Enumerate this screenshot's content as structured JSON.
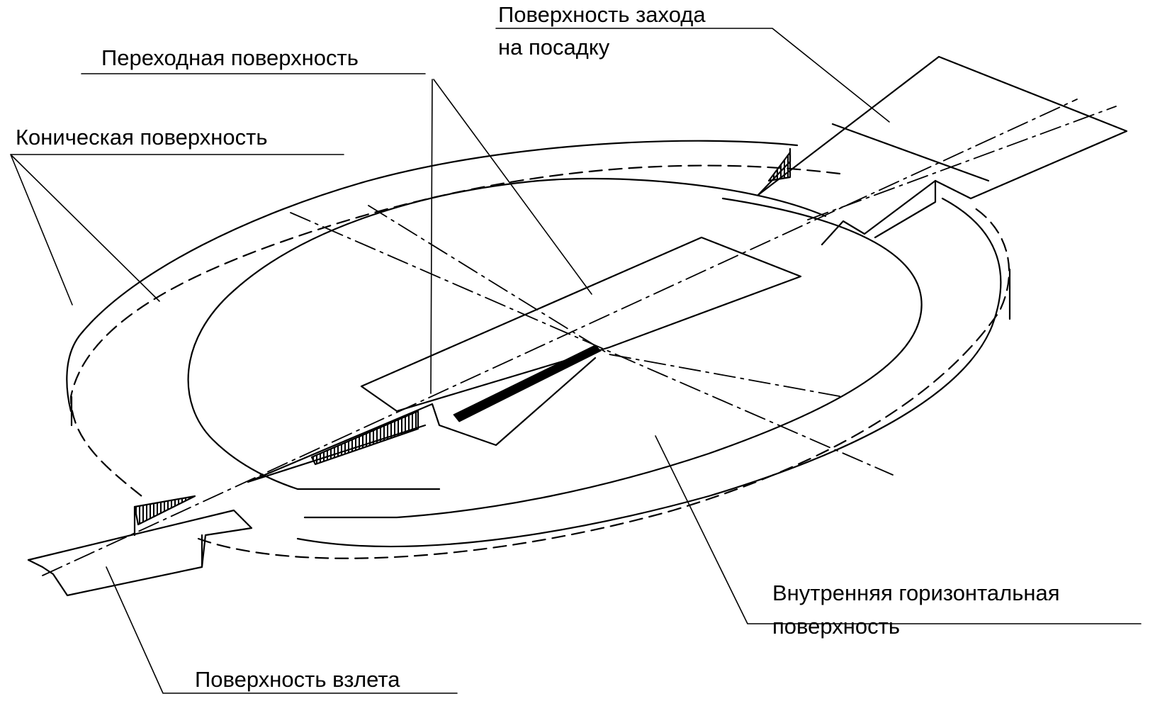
{
  "labels": {
    "approach_line1": "Поверхность захода",
    "approach_line2": "на посадку",
    "transitional": "Переходная поверхность",
    "conical": "Коническая поверхность",
    "inner_horizontal_line1": "Внутренняя горизонтальная",
    "inner_horizontal_line2": "поверхность",
    "takeoff": "Поверхность взлета"
  },
  "colors": {
    "line": "#000000",
    "background": "#ffffff"
  }
}
